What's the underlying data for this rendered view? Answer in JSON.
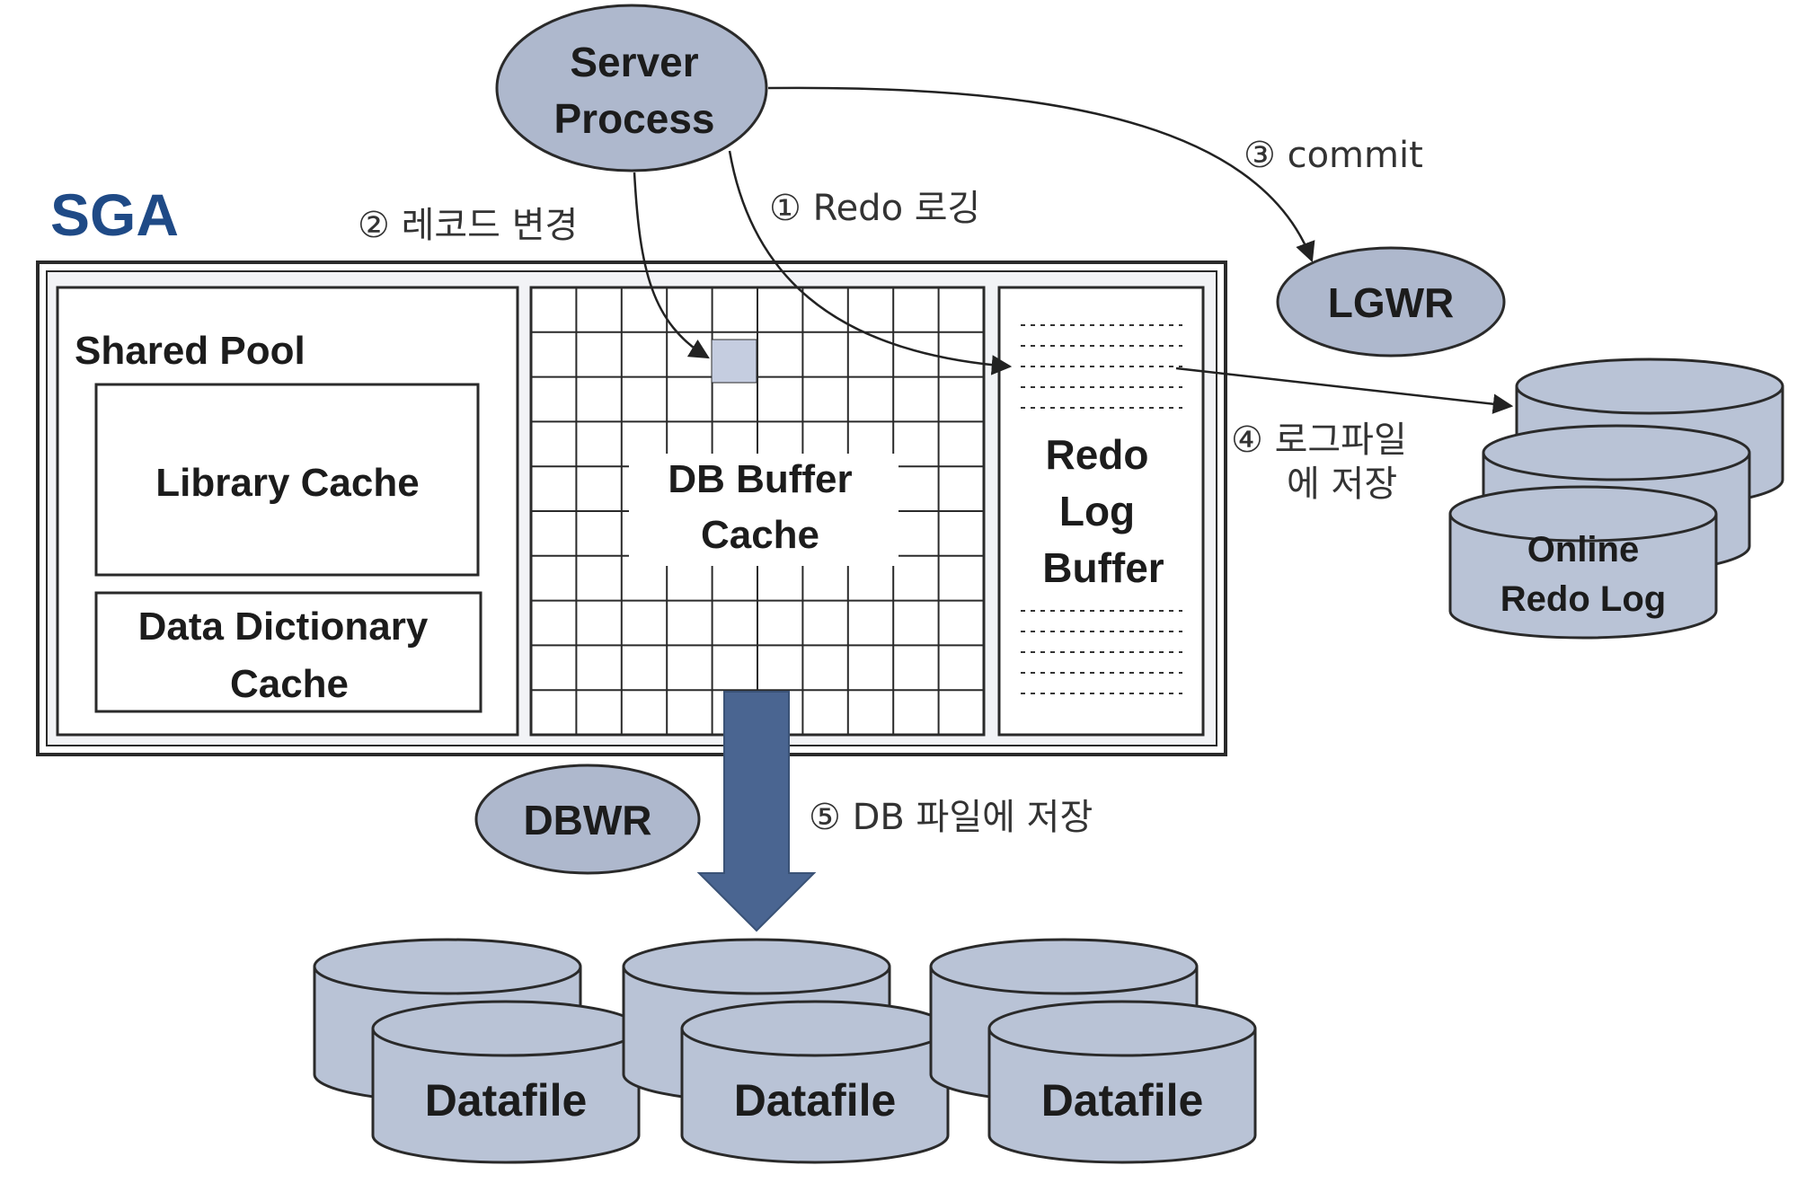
{
  "colors": {
    "ellipse_fill": "#aeb8cd",
    "cylinder_fill": "#b9c3d6",
    "arrow_blue": "#4a6591",
    "sga_title": "#1f4a86",
    "stroke": "#2a2a2a",
    "highlight_cell": "#c5cde0"
  },
  "server_process": {
    "line1": "Server",
    "line2": "Process"
  },
  "sga": {
    "title": "SGA",
    "shared_pool": {
      "title": "Shared Pool",
      "library_cache": "Library Cache",
      "data_dictionary_line1": "Data Dictionary",
      "data_dictionary_line2": "Cache"
    },
    "db_buffer_cache": {
      "line1": "DB Buffer",
      "line2": "Cache"
    },
    "redo_log_buffer": {
      "line1": "Redo",
      "line2": "Log",
      "line3": "Buffer"
    }
  },
  "processes": {
    "lgwr": "LGWR",
    "dbwr": "DBWR"
  },
  "steps": {
    "step1": "① Redo 로깅",
    "step2": "② 레코드 변경",
    "step3": "③ commit",
    "step4_line1": "④ 로그파일",
    "step4_line2": "에 저장",
    "step5": "⑤ DB 파일에 저장"
  },
  "online_redo_log": {
    "line1": "Online",
    "line2": "Redo Log"
  },
  "datafiles": [
    "Datafile",
    "Datafile",
    "Datafile"
  ]
}
